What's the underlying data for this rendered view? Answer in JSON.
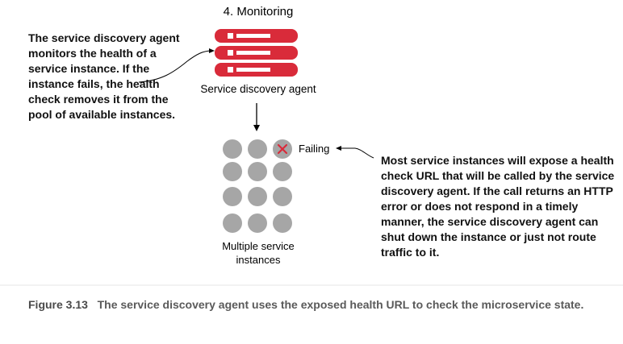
{
  "title": "4. Monitoring",
  "left_note": "The service discovery agent monitors the health of a service instance. If the instance fails, the health check removes it from the pool of available instances.",
  "agent_label": "Service discovery agent",
  "failing_label": "Failing",
  "instances_label": "Multiple service instances",
  "right_note": "Most service instances will expose a health check URL that will be called by the service discovery agent. If the call returns an HTTP error or does not respond in a timely manner, the service discovery agent can shut down the instance or just not route traffic to it.",
  "caption": {
    "figure": "Figure 3.13",
    "text": "The service discovery agent uses the exposed health URL to check the microservice state."
  },
  "colors": {
    "server_red": "#d92b3a",
    "instance_gray": "#a6a6a6",
    "fail_mark": "#d92b3a",
    "caption_gray": "#5a5a5a"
  },
  "icons": {
    "agent": "server-stack-icon",
    "instance": "circle-icon",
    "failed": "x-mark-icon"
  }
}
